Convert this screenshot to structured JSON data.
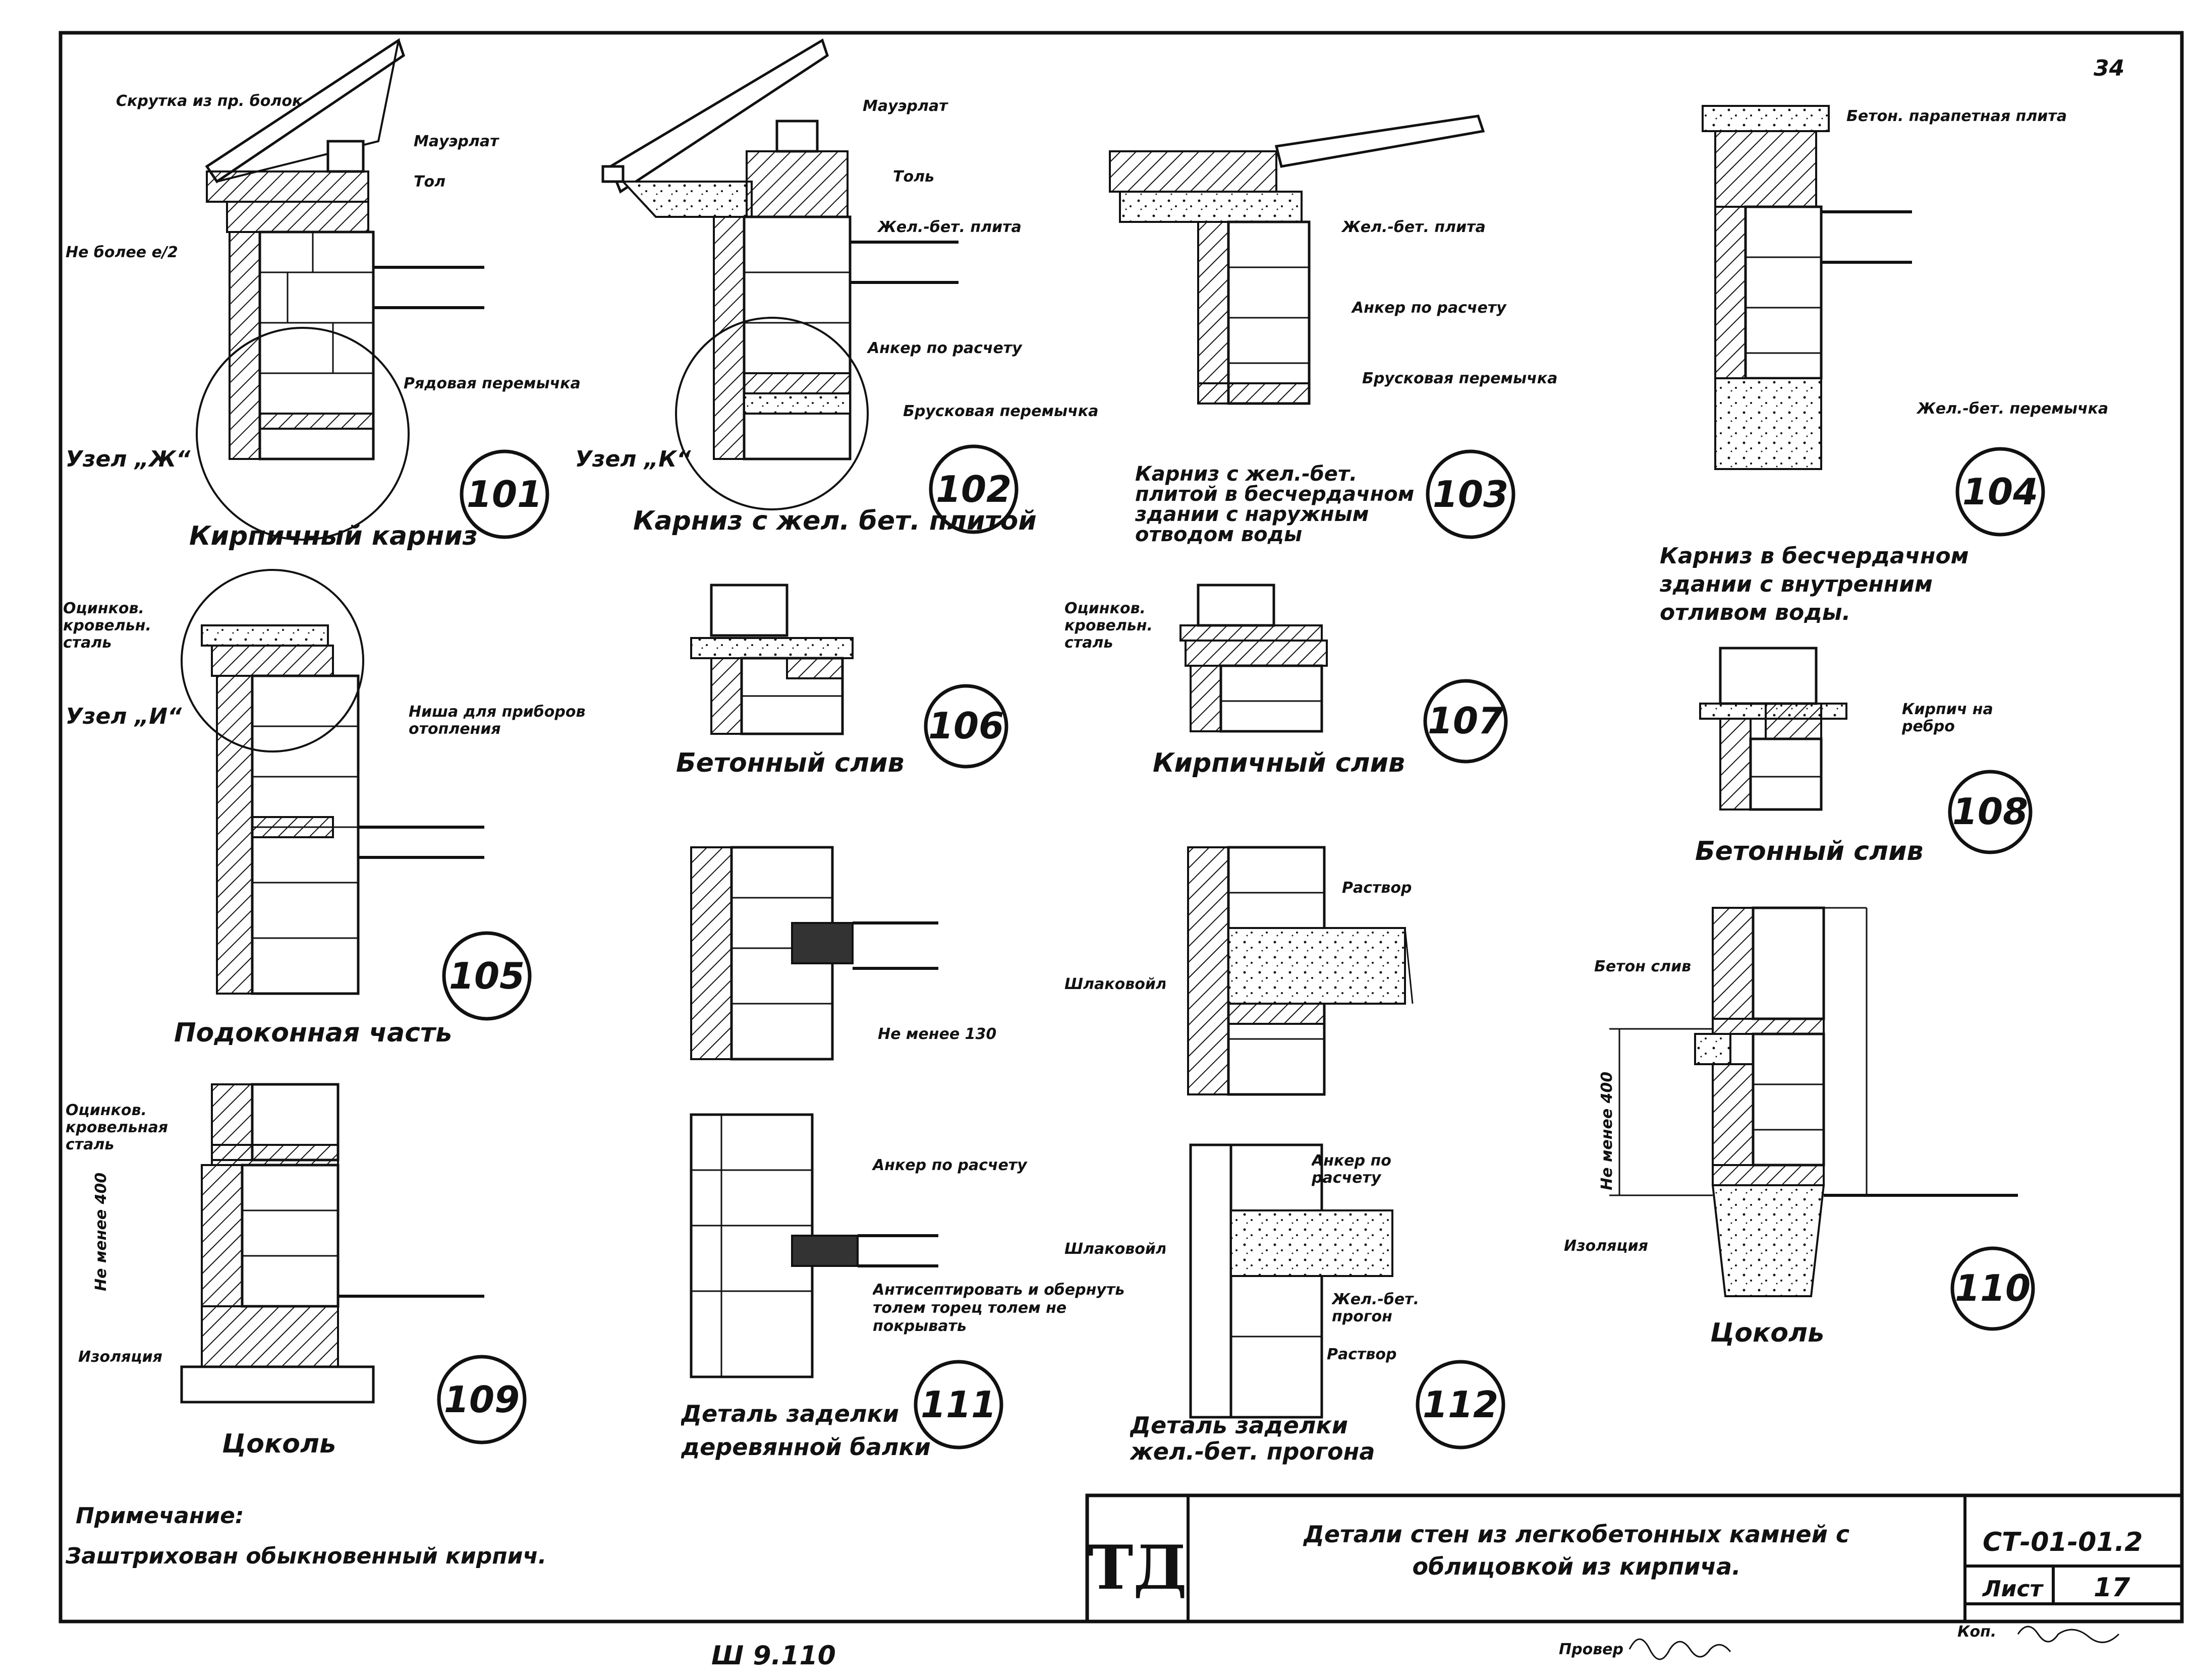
{
  "sheet": {
    "page_number": "34",
    "note_title": "Примечание:",
    "note_text": "Заштрихован обыкновенный кирпич."
  },
  "details": [
    {
      "num": "101",
      "caption": "Кирпичный карниз",
      "callouts": [
        "Скрутка из пр. болок",
        "Мауэрлат",
        "Тол",
        "Не более е/2",
        "Рядовая перемычка",
        "Узел „Ж“"
      ]
    },
    {
      "num": "102",
      "caption": "Карниз с жел. бет. плитой",
      "callouts": [
        "Мауэрлат",
        "Толь",
        "Жел.-бет. плита",
        "Анкер по расчету",
        "Брусковая перемычка",
        "Узел „К“"
      ]
    },
    {
      "num": "103",
      "caption": "Карниз с жел.-бет. плитой в бесчердачном здании с наружным отводом воды",
      "callouts": [
        "Жел.-бет. плита",
        "Анкер по расчету",
        "Брусковая перемычка"
      ]
    },
    {
      "num": "104",
      "caption": "Карниз в бесчердачном здании с внутренним отливом воды.",
      "callouts": [
        "Бетон. парапетная плита",
        "Жел.-бет. перемычка"
      ]
    },
    {
      "num": "105",
      "caption": "Подоконная часть",
      "callouts": [
        "Оцинков. кровельн. сталь",
        "Узел „И“",
        "Ниша для приборов отопления"
      ]
    },
    {
      "num": "106",
      "caption": "Бетонный слив",
      "callouts": []
    },
    {
      "num": "107",
      "caption": "Кирпичный слив",
      "callouts": [
        "Оцинков. кровельн. сталь"
      ]
    },
    {
      "num": "108",
      "caption": "Бетонный слив",
      "callouts": [
        "Кирпич на ребро"
      ]
    },
    {
      "num": "109",
      "caption": "Цоколь",
      "callouts": [
        "Оцинков. кровельная сталь",
        "Не менее 400",
        "Изоляция"
      ]
    },
    {
      "num": "110",
      "caption": "Цоколь",
      "callouts": [
        "Бетон слив",
        "Не менее 400",
        "Изоляция"
      ]
    },
    {
      "num": "111",
      "caption": "Деталь заделки деревянной балки",
      "callouts": [
        "Анкер по расчету",
        "Антисептировать и обернуть толем торец толем не покрывать",
        "Не менее 130"
      ]
    },
    {
      "num": "112",
      "caption": "Деталь заделки жел.-бет. прогона",
      "callouts": [
        "Раствор",
        "Шлаковойлок",
        "Анкер по расчету",
        "Шлаковойлок",
        "Жел.-бет. прогон",
        "Раствор"
      ]
    }
  ],
  "title_block": {
    "logo": "ТД",
    "title": "Детали стен из легкобетонных камней с облицовкой из кирпича.",
    "code": "СТ-01-01.2",
    "sheet_label": "Лист",
    "sheet_number": "17",
    "copy_label": "Коп."
  },
  "footer": {
    "left_mark": "Ш 9.110",
    "checked_label": "Провер"
  }
}
